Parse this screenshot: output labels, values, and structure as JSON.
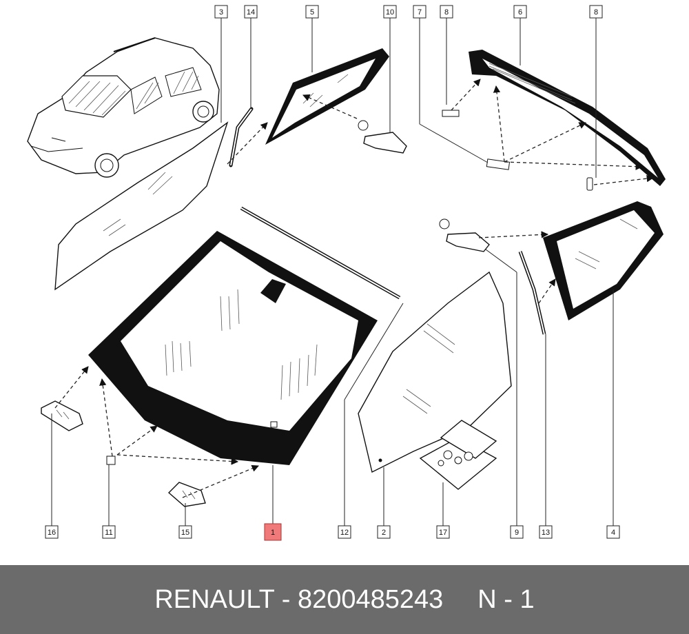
{
  "callouts": [
    {
      "label": "3"
    },
    {
      "label": "14"
    },
    {
      "label": "5"
    },
    {
      "label": "10"
    },
    {
      "label": "7"
    },
    {
      "label": "8"
    },
    {
      "label": "6"
    },
    {
      "label": "8"
    },
    {
      "label": "16"
    },
    {
      "label": "11"
    },
    {
      "label": "15"
    },
    {
      "label": "1"
    },
    {
      "label": "12"
    },
    {
      "label": "2"
    },
    {
      "label": "17"
    },
    {
      "label": "9"
    },
    {
      "label": "13"
    },
    {
      "label": "4"
    }
  ],
  "highlight_color": "#f07a7a",
  "footer": {
    "part_info": "RENAULT - 8200485243",
    "position": "N - 1"
  },
  "footer_color": "#6b6b6b"
}
